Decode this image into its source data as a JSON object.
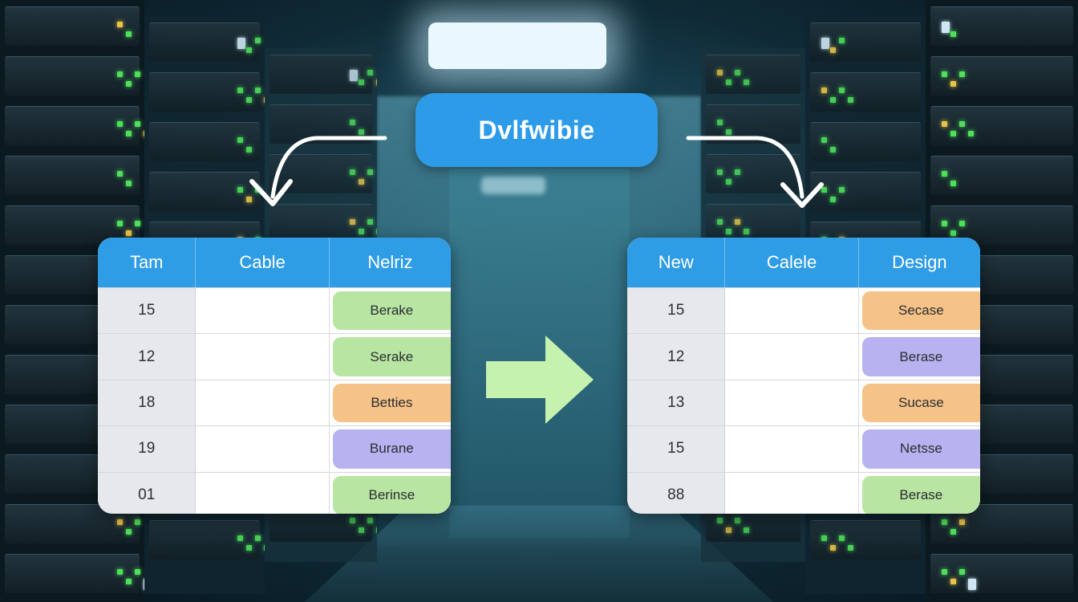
{
  "title_pill": {
    "label": "Dvlfwibie"
  },
  "table_left": {
    "headers": [
      "Tam",
      "Cable",
      "Nelriz"
    ],
    "rows": [
      {
        "num": "15",
        "tag": "Berake",
        "color": "green"
      },
      {
        "num": "12",
        "tag": "Serake",
        "color": "green"
      },
      {
        "num": "18",
        "tag": "Betties",
        "color": "orange"
      },
      {
        "num": "19",
        "tag": "Burane",
        "color": "purple"
      },
      {
        "num": "01",
        "tag": "Berinse",
        "color": "green"
      }
    ]
  },
  "table_right": {
    "headers": [
      "New",
      "Calele",
      "Design"
    ],
    "rows": [
      {
        "num": "15",
        "tag": "Secase",
        "color": "orange"
      },
      {
        "num": "12",
        "tag": "Berase",
        "color": "purple"
      },
      {
        "num": "13",
        "tag": "Sucase",
        "color": "orange"
      },
      {
        "num": "15",
        "tag": "Netsse",
        "color": "purple"
      },
      {
        "num": "88",
        "tag": "Berase",
        "color": "green"
      }
    ]
  },
  "colors": {
    "header_blue": "#2f9de6",
    "pill_blue": "#2d9be8",
    "tag_green": "#b8e6a2",
    "tag_orange": "#f5c288",
    "tag_purple": "#b7b3f0",
    "arrow_green": "#c6f2b0"
  },
  "icons": {
    "left_curve": "curved-arrow-down-left-icon",
    "right_curve": "curved-arrow-down-right-icon",
    "center": "arrow-right-icon"
  }
}
